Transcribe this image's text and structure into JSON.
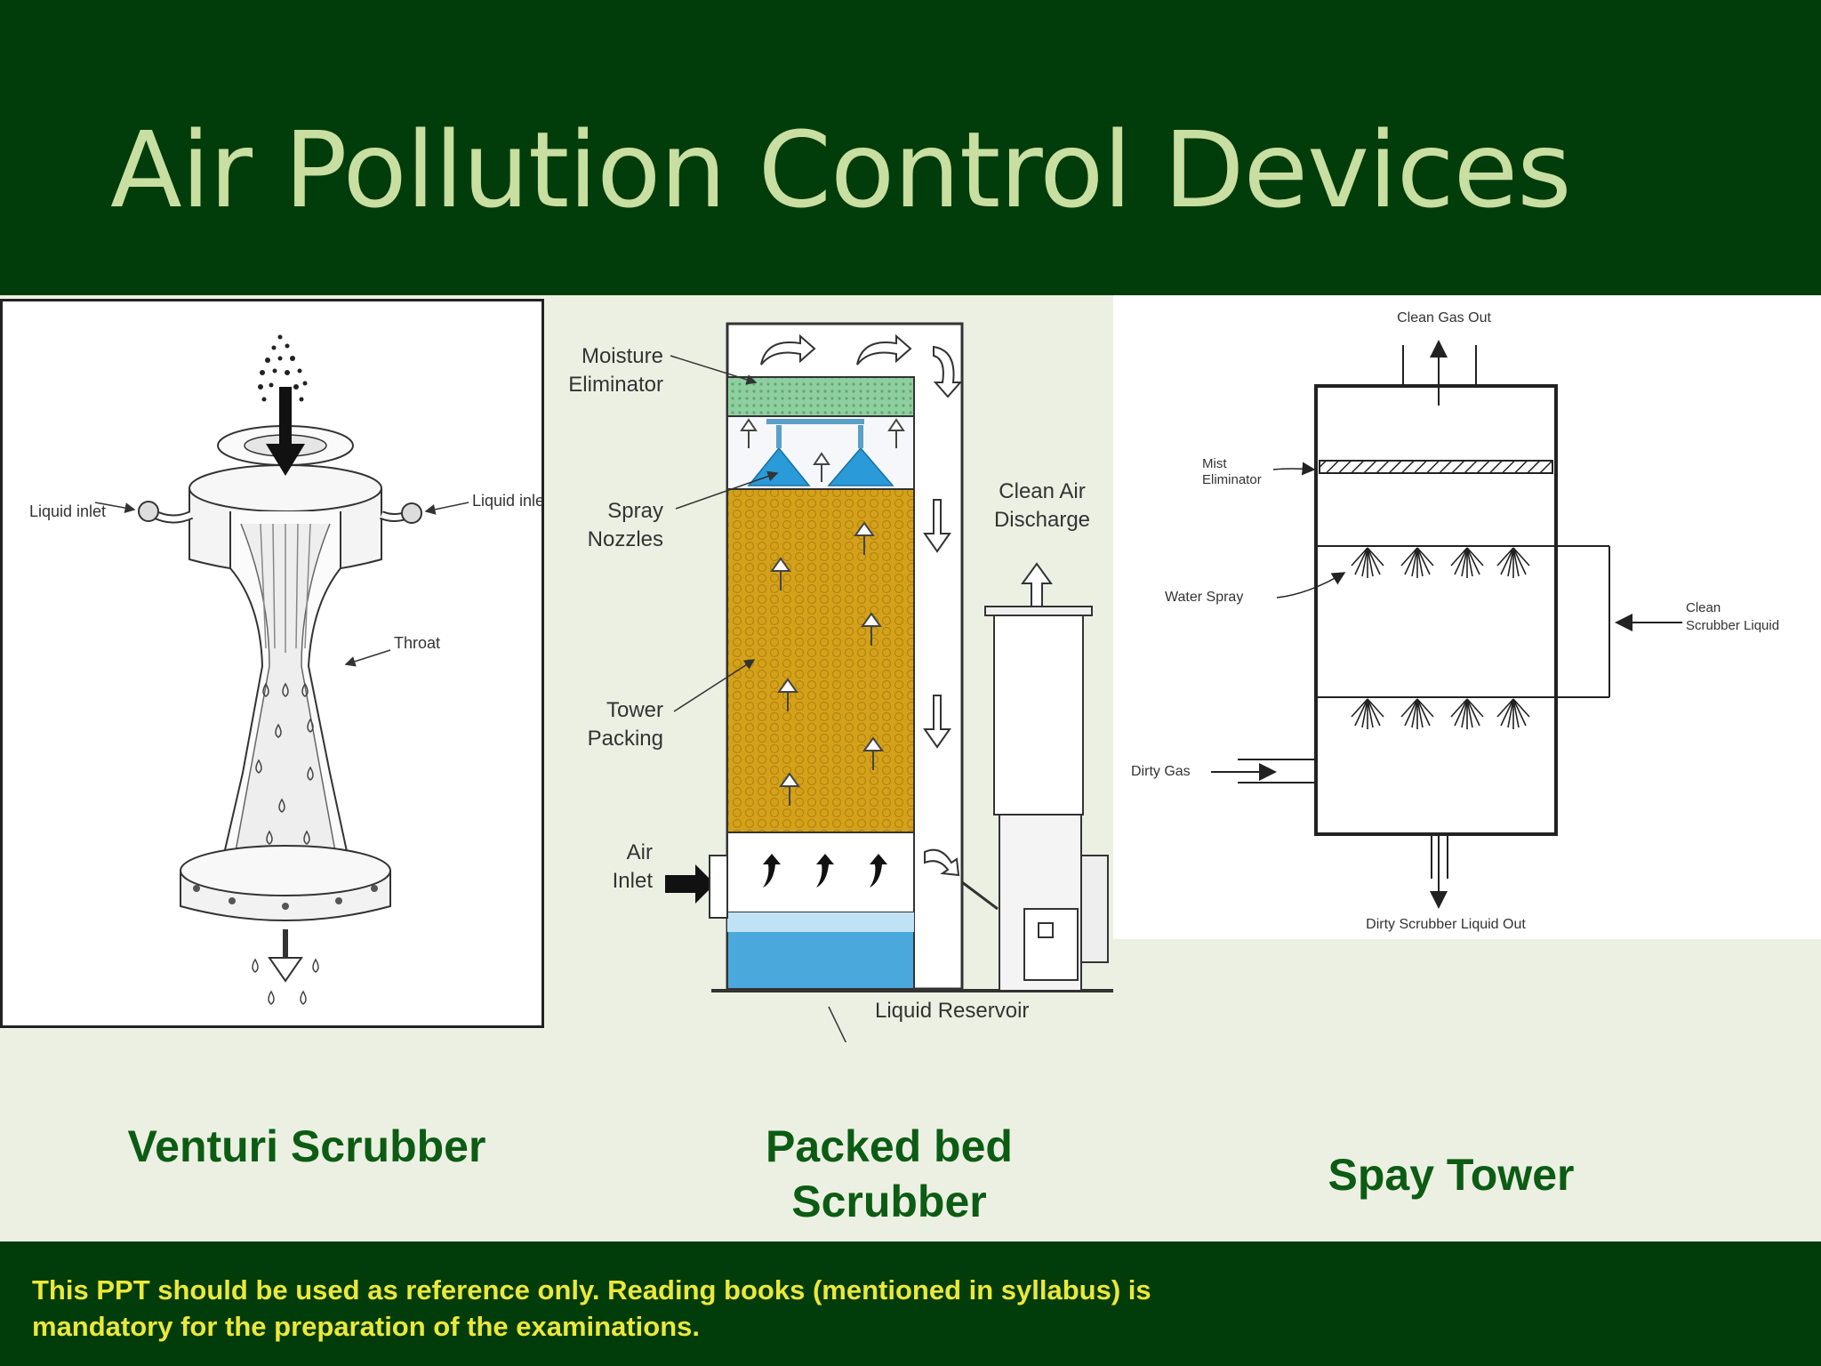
{
  "slide": {
    "title": "Air Pollution Control Devices",
    "footer_note": "This PPT should be used as reference only. Reading books (mentioned in syllabus) is mandatory for the preparation of the examinations."
  },
  "venturi": {
    "caption": "Venturi Scrubber",
    "labels": {
      "liquid_inlet_left": "Liquid inlet",
      "liquid_inlet_right": "Liquid inlet",
      "throat": "Throat"
    }
  },
  "packed_bed": {
    "caption": "Packed bed Scrubber",
    "labels": {
      "moisture_eliminator_1": "Moisture",
      "moisture_eliminator_2": "Eliminator",
      "spray_nozzles_1": "Spray",
      "spray_nozzles_2": "Nozzles",
      "tower_packing_1": "Tower",
      "tower_packing_2": "Packing",
      "air_inlet_1": "Air",
      "air_inlet_2": "Inlet",
      "clean_air_1": "Clean Air",
      "clean_air_2": "Discharge",
      "liquid_reservoir": "Liquid Reservoir"
    }
  },
  "spray_tower": {
    "caption": "Spay Tower",
    "labels": {
      "clean_gas_out": "Clean Gas Out",
      "mist_1": "Mist",
      "mist_2": "Eliminator",
      "water_spray": "Water Spray",
      "clean_liquid_1": "Clean",
      "clean_liquid_2": "Scrubber Liquid",
      "dirty_gas": "Dirty Gas",
      "dirty_liquid_out": "Dirty Scrubber Liquid Out"
    }
  },
  "colors": {
    "band": "#003d0a",
    "title": "#c9dea1",
    "caption": "#0c5c14",
    "note": "#ece83a",
    "content_bg": "#ecf0e2",
    "packing": "#d4a21a",
    "reservoir": "#4aa8dc",
    "eliminator": "#8fcf9f"
  }
}
